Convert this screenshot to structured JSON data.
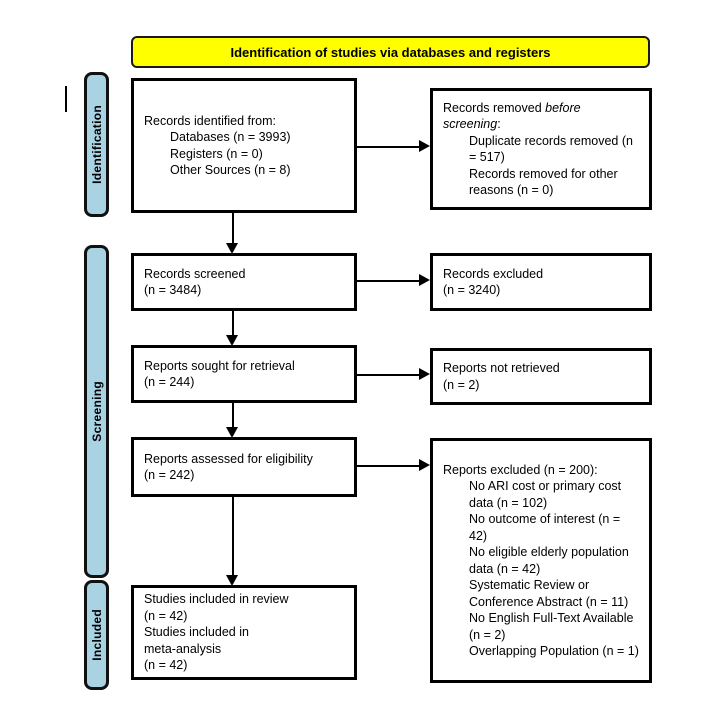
{
  "banner": {
    "title": "Identification of studies via databases and registers"
  },
  "colors": {
    "banner_bg": "#FFFF00",
    "stage_bg": "#A9D2E3",
    "border": "#000000",
    "background": "#FFFFFF"
  },
  "stages": [
    {
      "label": "Identification"
    },
    {
      "label": "Screening"
    },
    {
      "label": "Included"
    }
  ],
  "boxes": {
    "records_identified": {
      "lines": [
        {
          "text": "Records identified from:"
        },
        {
          "text": "Databases (n = 3993)",
          "indent": true
        },
        {
          "text": "Registers (n = 0)",
          "indent": true
        },
        {
          "text": "Other Sources (n = 8)",
          "indent": true
        }
      ]
    },
    "records_removed": {
      "lines": [
        {
          "parts": [
            {
              "text": "Records removed "
            },
            {
              "text": "before screening",
              "italic": true
            },
            {
              "text": ":"
            }
          ]
        },
        {
          "text": "Duplicate records removed (n = 517)",
          "indent": true
        },
        {
          "text": "Records removed for other reasons (n = 0)",
          "indent": true
        }
      ]
    },
    "records_screened": {
      "lines": [
        {
          "text": "Records screened"
        },
        {
          "text": "(n = 3484)"
        }
      ]
    },
    "records_excluded": {
      "lines": [
        {
          "text": "Records excluded"
        },
        {
          "text": "(n = 3240)"
        }
      ]
    },
    "reports_sought": {
      "lines": [
        {
          "text": "Reports sought for retrieval"
        },
        {
          "text": "(n = 244)"
        }
      ]
    },
    "reports_not_retrieved": {
      "lines": [
        {
          "text": "Reports not retrieved"
        },
        {
          "text": "(n = 2)"
        }
      ]
    },
    "reports_assessed": {
      "lines": [
        {
          "text": "Reports assessed for eligibility"
        },
        {
          "text": "(n = 242)"
        }
      ]
    },
    "reports_excluded": {
      "lines": [
        {
          "text": "Reports excluded (n = 200):"
        },
        {
          "text": "No ARI cost or primary cost data (n = 102)",
          "indent": true
        },
        {
          "text": "No outcome of interest (n = 42)",
          "indent": true
        },
        {
          "text": "No eligible elderly population data (n = 42)",
          "indent": true
        },
        {
          "text": "Systematic Review or Conference Abstract (n = 11)",
          "indent": true
        },
        {
          "text": "No English Full-Text Available (n = 2)",
          "indent": true
        },
        {
          "text": "Overlapping Population (n = 1)",
          "indent": true
        }
      ]
    },
    "studies_included": {
      "lines": [
        {
          "text": "Studies included in review"
        },
        {
          "text": "(n = 42)"
        },
        {
          "text": "Studies included in"
        },
        {
          "text": "meta-analysis"
        },
        {
          "text": "(n = 42)"
        }
      ]
    }
  }
}
